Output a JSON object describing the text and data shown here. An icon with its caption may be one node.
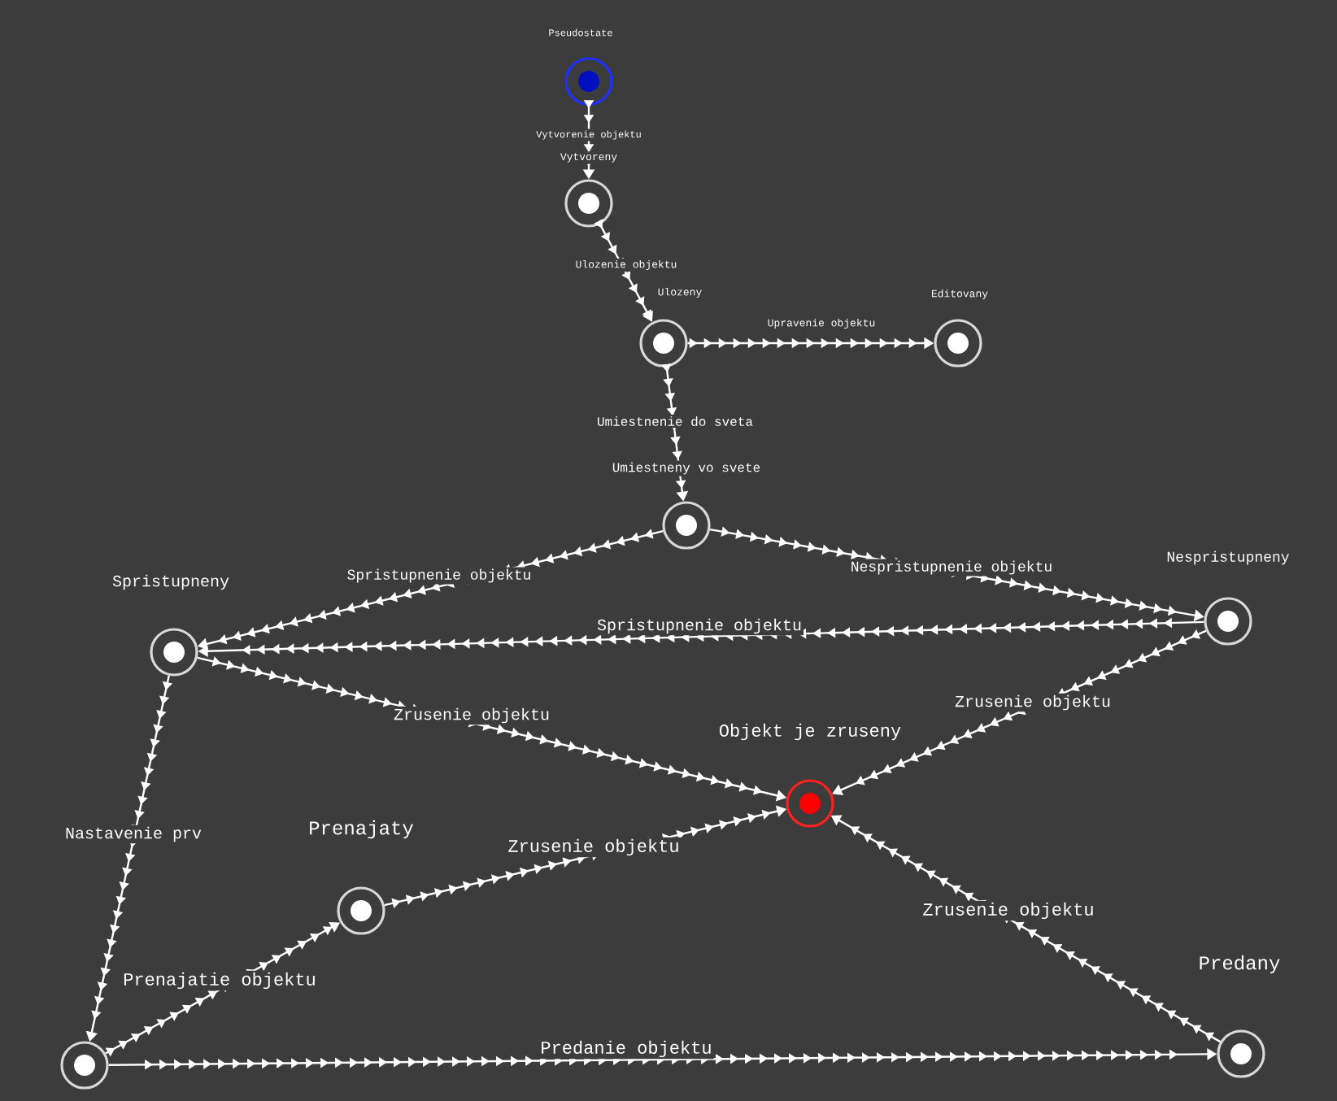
{
  "diagram": {
    "nodes": [
      {
        "text": [],
        "shape": "circle",
        "beside": [
          "Pseudostate"
        ]
      },
      {
        "text": [],
        "shape": "circle",
        "beside": [
          "Vytvoreny"
        ]
      },
      {
        "text": [],
        "shape": "circle",
        "beside": [
          "Ulozeny"
        ]
      },
      {
        "text": [],
        "shape": "circle",
        "beside": [
          "Editovany"
        ]
      },
      {
        "text": [],
        "shape": "circle",
        "beside": [
          "Umiestneny vo svete"
        ]
      },
      {
        "text": [],
        "shape": "circle",
        "beside": [
          "Spristupneny"
        ]
      },
      {
        "text": [],
        "shape": "circle",
        "beside": [
          "Nespristupneny"
        ]
      },
      {
        "text": [],
        "shape": "circle",
        "beside": [
          "Objekt je zruseny"
        ]
      },
      {
        "text": [],
        "shape": "circle",
        "beside": [
          "Prenajaty"
        ]
      },
      {
        "text": [],
        "shape": "circle",
        "beside": [
          "Predany"
        ]
      },
      {
        "text": [],
        "shape": "circle"
      }
    ],
    "edges": [
      {
        "from": 0,
        "to": 1,
        "arrow": "to",
        "label": "Vytvorenie objektu"
      },
      {
        "from": 1,
        "to": 2,
        "arrow": "to",
        "label": "Ulozenie objektu"
      },
      {
        "from": 2,
        "to": 3,
        "arrow": "to",
        "label": "Upravenie objektu"
      },
      {
        "from": 2,
        "to": 4,
        "arrow": "to",
        "label": "Umiestnenie do sveta"
      },
      {
        "from": 4,
        "to": 5,
        "arrow": "to",
        "label": "Spristupnenie objektu"
      },
      {
        "from": 4,
        "to": 6,
        "arrow": "to",
        "label": "Nespristupnenie objektu"
      },
      {
        "from": 6,
        "to": 5,
        "arrow": "to",
        "label": "Spristupnenie objektu"
      },
      {
        "from": 5,
        "to": 7,
        "arrow": "to",
        "label": "Zrusenie objektu"
      },
      {
        "from": 6,
        "to": 7,
        "arrow": "to",
        "label": "Zrusenie objektu"
      },
      {
        "from": 8,
        "to": 7,
        "arrow": "to",
        "label": "Zrusenie objektu"
      },
      {
        "from": 9,
        "to": 7,
        "arrow": "to",
        "label": "Zrusenie objektu"
      },
      {
        "from": 5,
        "to": 10,
        "arrow": "to",
        "label": "Nastavenie prv"
      },
      {
        "from": 10,
        "to": 8,
        "arrow": "to",
        "label": "Prenajatie objektu"
      },
      {
        "from": 10,
        "to": 9,
        "arrow": "to",
        "label": "Predanie objektu"
      }
    ]
  }
}
